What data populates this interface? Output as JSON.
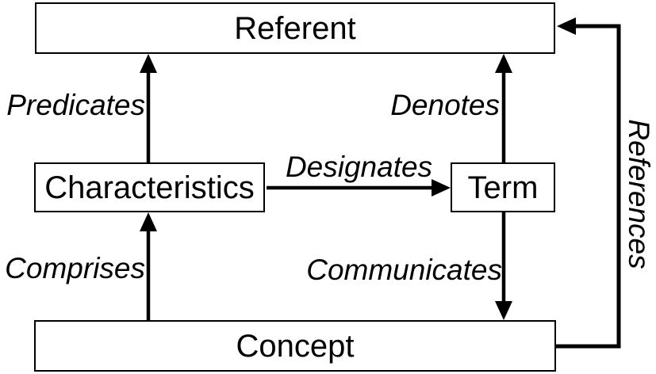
{
  "diagram": {
    "background_color": "#ffffff",
    "line_color": "#000000",
    "boxes": [
      {
        "id": "referent",
        "label": "Referent"
      },
      {
        "id": "characteristics",
        "label": "Characteristics"
      },
      {
        "id": "term",
        "label": "Term"
      },
      {
        "id": "concept",
        "label": "Concept"
      }
    ],
    "arrows": [
      {
        "id": "predicates",
        "label": "Predicates",
        "from": "Characteristics",
        "to": "Referent"
      },
      {
        "id": "denotes",
        "label": "Denotes",
        "from": "Term",
        "to": "Referent"
      },
      {
        "id": "designates",
        "label": "Designates",
        "from": "Characteristics",
        "to": "Term"
      },
      {
        "id": "comprises",
        "label": "Comprises",
        "from": "Concept",
        "to": "Characteristics"
      },
      {
        "id": "communicates",
        "label": "Communicates",
        "from": "Term",
        "to": "Concept"
      },
      {
        "id": "references",
        "label": "References",
        "from": "Concept",
        "to": "Referent"
      }
    ]
  }
}
